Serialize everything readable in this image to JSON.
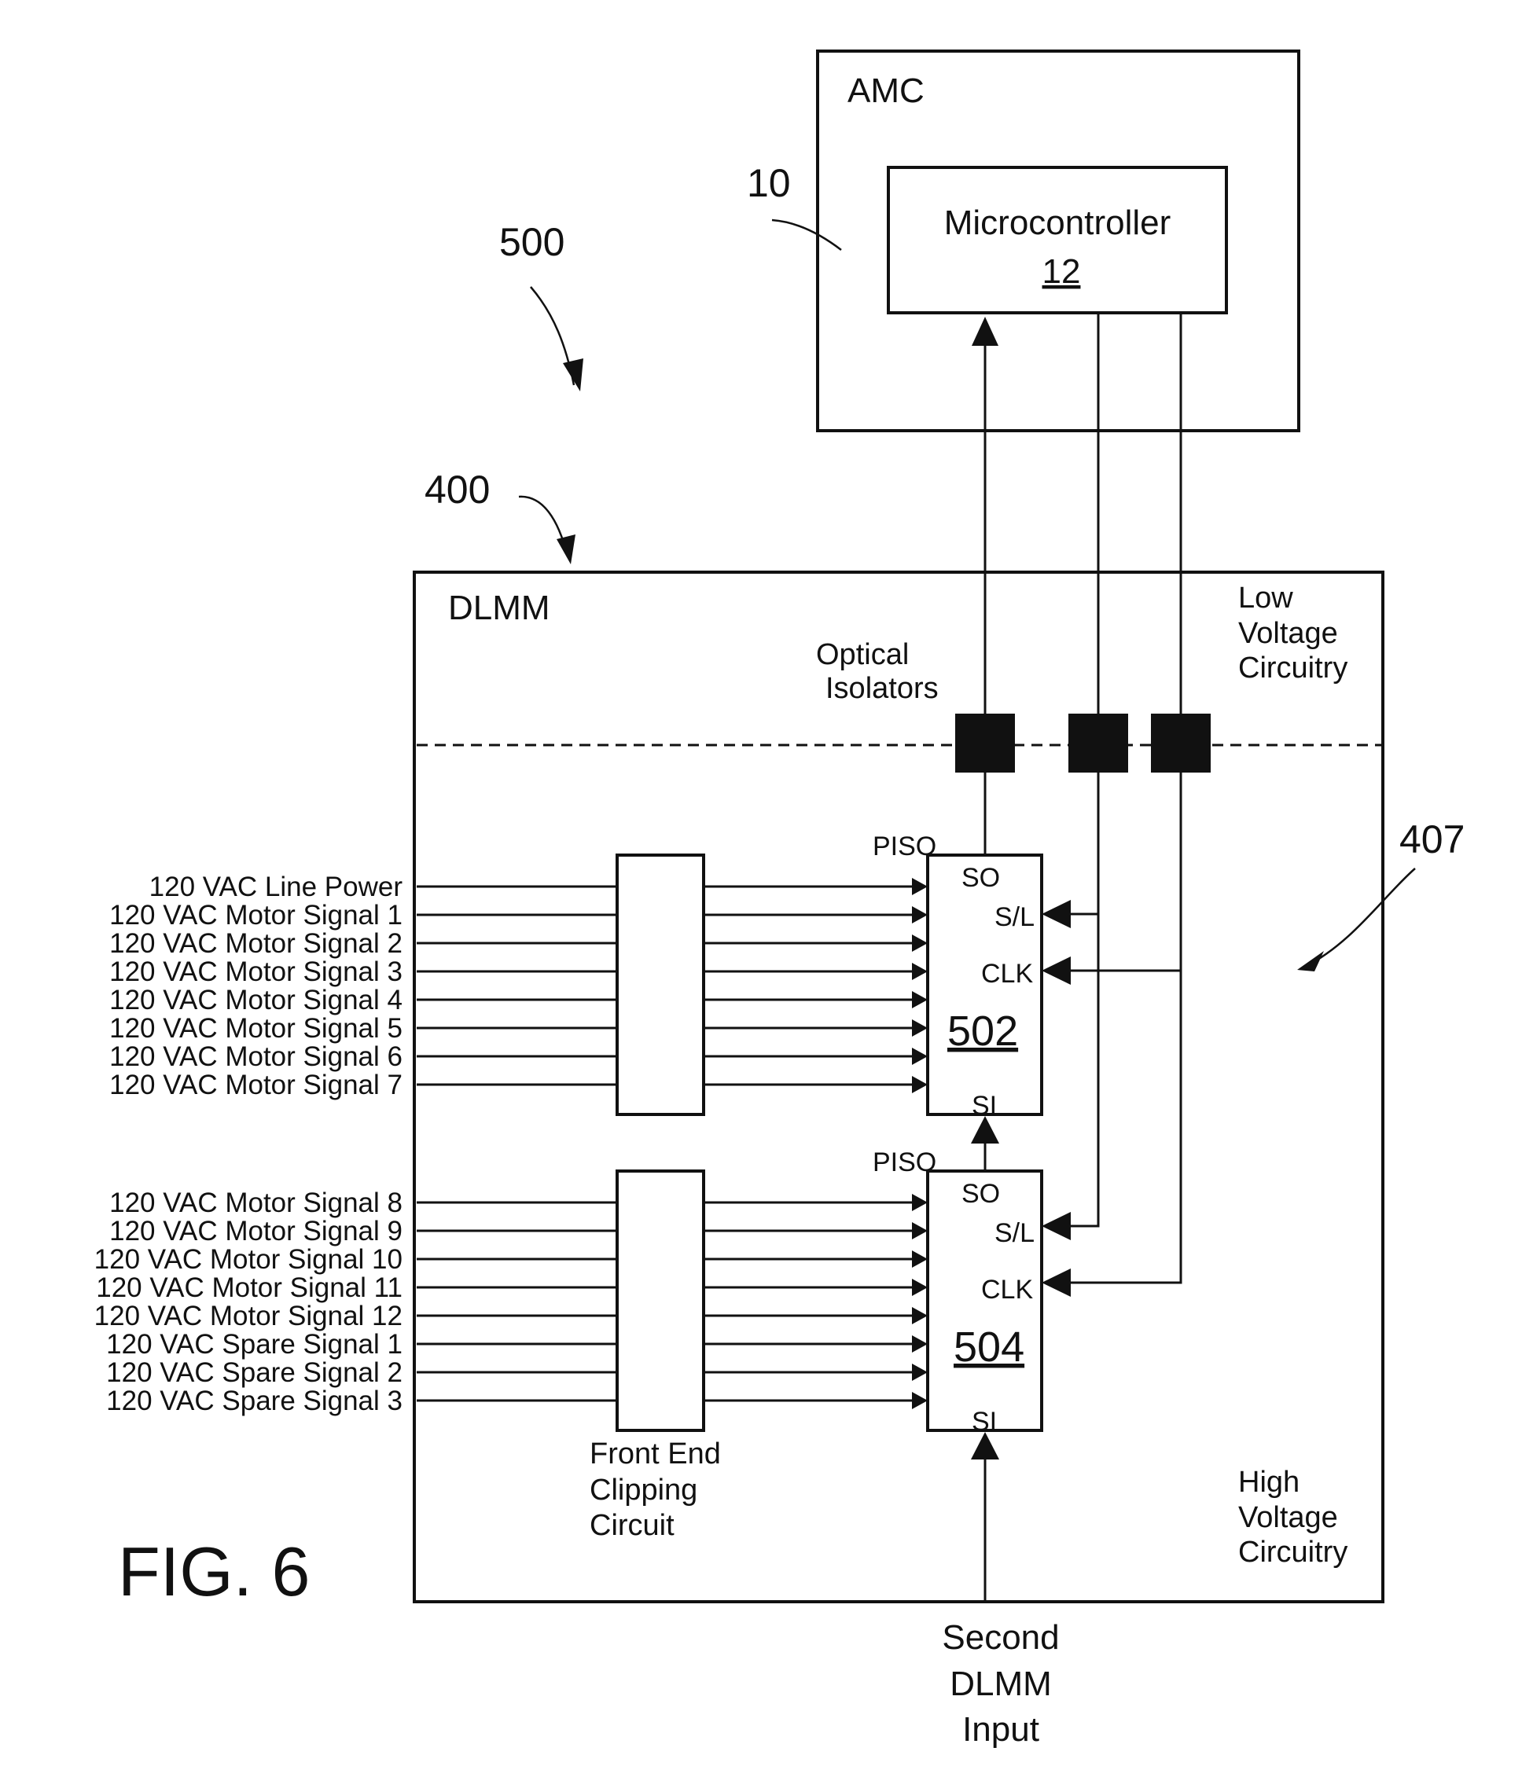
{
  "figure": {
    "label": "FIG. 6"
  },
  "refs": {
    "system": "500",
    "dlmm_ref": "400",
    "amc_ref": "10",
    "circuit_ref": "407"
  },
  "amc": {
    "title": "AMC",
    "microcontroller": {
      "name": "Microcontroller",
      "number": "12"
    }
  },
  "dlmm": {
    "title": "DLMM",
    "optical_isolators": [
      "Optical",
      "Isolators"
    ],
    "low_voltage": [
      "Low",
      "Voltage",
      "Circuitry"
    ],
    "high_voltage": [
      "High",
      "Voltage",
      "Circuitry"
    ],
    "front_end": [
      "Front End",
      "Clipping",
      "Circuit"
    ]
  },
  "chips": [
    {
      "number": "502",
      "type": "PISO",
      "pins": {
        "so": "SO",
        "sl": "S/L",
        "clk": "CLK",
        "si": "SI"
      }
    },
    {
      "number": "504",
      "type": "PISO",
      "pins": {
        "so": "SO",
        "sl": "S/L",
        "clk": "CLK",
        "si": "SI"
      }
    }
  ],
  "signals_group1": [
    "120 VAC Line Power",
    "120 VAC Motor Signal 1",
    "120 VAC Motor Signal 2",
    "120 VAC Motor Signal 3",
    "120 VAC Motor Signal 4",
    "120 VAC Motor Signal 5",
    "120 VAC Motor Signal 6",
    "120 VAC Motor Signal 7"
  ],
  "signals_group2": [
    "120 VAC Motor Signal 8",
    "120 VAC Motor Signal 9",
    "120 VAC Motor Signal 10",
    "120 VAC Motor Signal 11",
    "120 VAC Motor Signal 12",
    "120 VAC Spare Signal 1",
    "120 VAC Spare Signal 2",
    "120 VAC Spare Signal 3"
  ],
  "second_input": [
    "Second",
    "DLMM",
    "Input"
  ]
}
